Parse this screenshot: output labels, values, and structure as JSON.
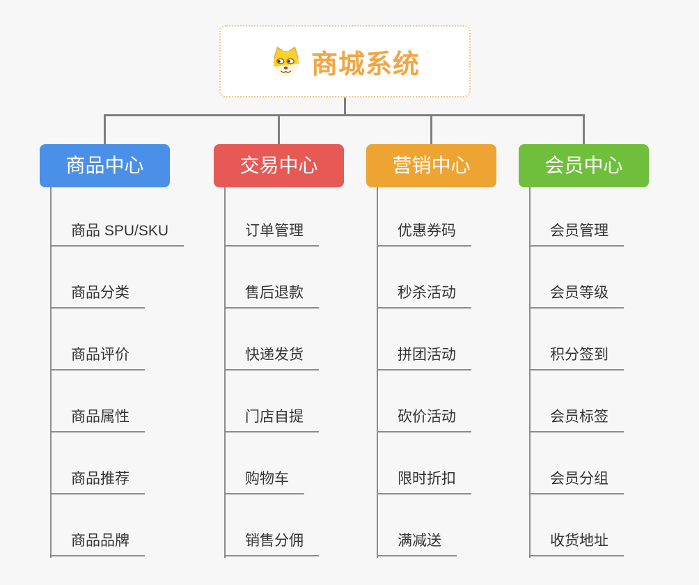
{
  "page": {
    "background": "#F7F7F7"
  },
  "root": {
    "title": "商城系统",
    "title_color": "#F1A644",
    "border_color": "#F5C583",
    "icon": "doge-face-icon"
  },
  "connector_color": "#7F7F7F",
  "branches": [
    {
      "label": "商品中心",
      "color": "#4A90E8",
      "items": [
        "商品 SPU/SKU",
        "商品分类",
        "商品评价",
        "商品属性",
        "商品推荐",
        "商品品牌"
      ]
    },
    {
      "label": "交易中心",
      "color": "#E65955",
      "items": [
        "订单管理",
        "售后退款",
        "快递发货",
        "门店自提",
        "购物车",
        "销售分佣"
      ]
    },
    {
      "label": "营销中心",
      "color": "#EDA433",
      "items": [
        "优惠券码",
        "秒杀活动",
        "拼团活动",
        "砍价活动",
        "限时折扣",
        "满减送"
      ]
    },
    {
      "label": "会员中心",
      "color": "#6FBF3C",
      "items": [
        "会员管理",
        "会员等级",
        "积分签到",
        "会员标签",
        "会员分组",
        "收货地址"
      ]
    }
  ]
}
